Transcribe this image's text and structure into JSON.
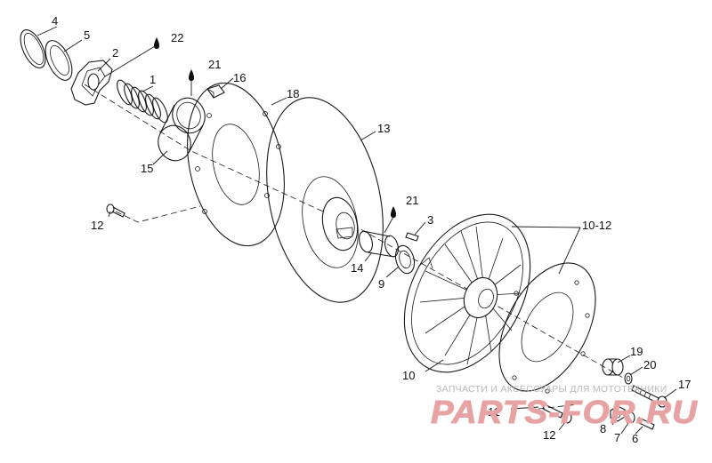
{
  "callouts": [
    {
      "id": "p4",
      "text": "4"
    },
    {
      "id": "p5",
      "text": "5"
    },
    {
      "id": "p2",
      "text": "2"
    },
    {
      "id": "p22",
      "text": "22"
    },
    {
      "id": "p21a",
      "text": "21"
    },
    {
      "id": "p1",
      "text": "1"
    },
    {
      "id": "p16",
      "text": "16"
    },
    {
      "id": "p18",
      "text": "18"
    },
    {
      "id": "p13",
      "text": "13"
    },
    {
      "id": "p15",
      "text": "15"
    },
    {
      "id": "p12a",
      "text": "12"
    },
    {
      "id": "p21b",
      "text": "21"
    },
    {
      "id": "p3",
      "text": "3"
    },
    {
      "id": "p14",
      "text": "14"
    },
    {
      "id": "p9",
      "text": "9"
    },
    {
      "id": "p1012",
      "text": "10-12"
    },
    {
      "id": "p10",
      "text": "10"
    },
    {
      "id": "p19",
      "text": "19"
    },
    {
      "id": "p20",
      "text": "20"
    },
    {
      "id": "p17",
      "text": "17"
    },
    {
      "id": "p11",
      "text": "11"
    },
    {
      "id": "p12b",
      "text": "12"
    },
    {
      "id": "p8",
      "text": "8"
    },
    {
      "id": "p7",
      "text": "7"
    },
    {
      "id": "p6",
      "text": "6"
    }
  ],
  "watermark": {
    "tagline": "ЗАПЧАСТИ И АКСЕССУАРЫ ДЛЯ МОТОТЕХНИКИ",
    "brand": "PARTS-FOR.RU"
  },
  "colors": {
    "line": "#1a1a1a",
    "watermark_text": "#b9b9b9",
    "watermark_brand": "#e7a3a3",
    "background": "#ffffff"
  }
}
